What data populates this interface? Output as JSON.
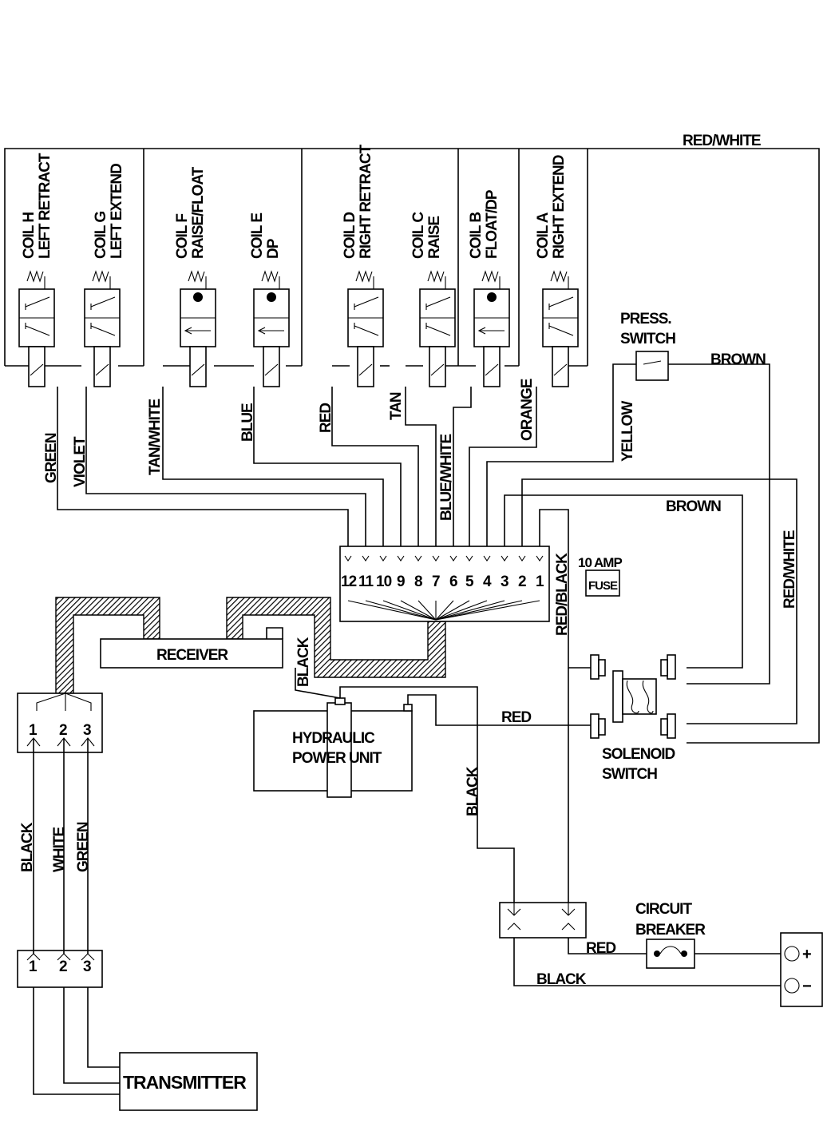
{
  "coils": [
    {
      "name": "COIL H",
      "function": "LEFT RETRACT"
    },
    {
      "name": "COIL G",
      "function": "LEFT EXTEND"
    },
    {
      "name": "COIL F",
      "function": "RAISE/FLOAT"
    },
    {
      "name": "COIL E",
      "function": "DP"
    },
    {
      "name": "COIL D",
      "function": "RIGHT RETRACT"
    },
    {
      "name": "COIL C",
      "function": "RAISE"
    },
    {
      "name": "COIL B",
      "function": "FLOAT/DP"
    },
    {
      "name": "COIL A",
      "function": "RIGHT EXTEND"
    }
  ],
  "wire_labels": {
    "green": "GREEN",
    "violet": "VIOLET",
    "tan_white": "TAN/WHITE",
    "blue": "BLUE",
    "red": "RED",
    "tan": "TAN",
    "blue_white": "BLUE/WHITE",
    "orange": "ORANGE",
    "yellow": "YELLOW",
    "red_white_top": "RED/WHITE",
    "red_white_right": "RED/WHITE",
    "brown_top": "BROWN",
    "brown_mid": "BROWN",
    "red_black": "RED/BLACK",
    "black_receiver": "BLACK",
    "red_solenoid": "RED",
    "black_vertical": "BLACK",
    "red_breaker": "RED",
    "black_battery": "BLACK",
    "black_left": "BLACK",
    "white_left": "WHITE",
    "green_left": "GREEN"
  },
  "terminal_block": {
    "pins": [
      "12",
      "11",
      "10",
      "9",
      "8",
      "7",
      "6",
      "5",
      "4",
      "3",
      "2",
      "1"
    ]
  },
  "fuse": {
    "rating": "10 AMP",
    "label": "FUSE"
  },
  "pressure_switch": {
    "line1": "PRESS.",
    "line2": "SWITCH"
  },
  "receiver": {
    "label": "RECEIVER"
  },
  "hydraulic_unit": {
    "line1": "HYDRAULIC",
    "line2": "POWER UNIT"
  },
  "solenoid_switch": {
    "line1": "SOLENOID",
    "line2": "SWITCH"
  },
  "circuit_breaker": {
    "line1": "CIRCUIT",
    "line2": "BREAKER"
  },
  "battery": {
    "plus": "+",
    "minus": "−"
  },
  "connectors": {
    "upper": [
      "1",
      "2",
      "3"
    ],
    "lower": [
      "1",
      "2",
      "3"
    ]
  },
  "transmitter": {
    "label": "TRANSMITTER"
  }
}
